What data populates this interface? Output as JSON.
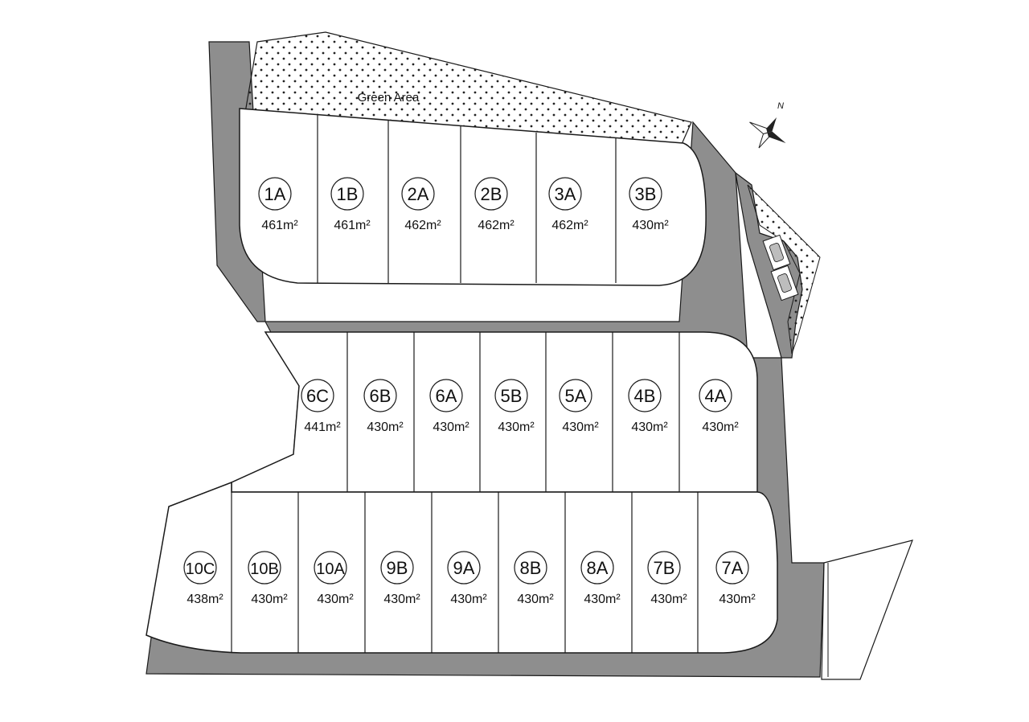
{
  "green_area": {
    "label": "Green Area"
  },
  "compass": {
    "label": "N"
  },
  "lots": [
    {
      "id": "1A",
      "area": "461m²"
    },
    {
      "id": "1B",
      "area": "461m²"
    },
    {
      "id": "2A",
      "area": "462m²"
    },
    {
      "id": "2B",
      "area": "462m²"
    },
    {
      "id": "3A",
      "area": "462m²"
    },
    {
      "id": "3B",
      "area": "430m²"
    },
    {
      "id": "6C",
      "area": "441m²"
    },
    {
      "id": "6B",
      "area": "430m²"
    },
    {
      "id": "6A",
      "area": "430m²"
    },
    {
      "id": "5B",
      "area": "430m²"
    },
    {
      "id": "5A",
      "area": "430m²"
    },
    {
      "id": "4B",
      "area": "430m²"
    },
    {
      "id": "4A",
      "area": "430m²"
    },
    {
      "id": "10C",
      "area": "438m²"
    },
    {
      "id": "10B",
      "area": "430m²"
    },
    {
      "id": "10A",
      "area": "430m²"
    },
    {
      "id": "9B",
      "area": "430m²"
    },
    {
      "id": "9A",
      "area": "430m²"
    },
    {
      "id": "8B",
      "area": "430m²"
    },
    {
      "id": "8A",
      "area": "430m²"
    },
    {
      "id": "7B",
      "area": "430m²"
    },
    {
      "id": "7A",
      "area": "430m²"
    }
  ],
  "colors": {
    "road": "#8e8e8e",
    "lot_fill": "#ffffff",
    "line": "#1a1a1a"
  }
}
